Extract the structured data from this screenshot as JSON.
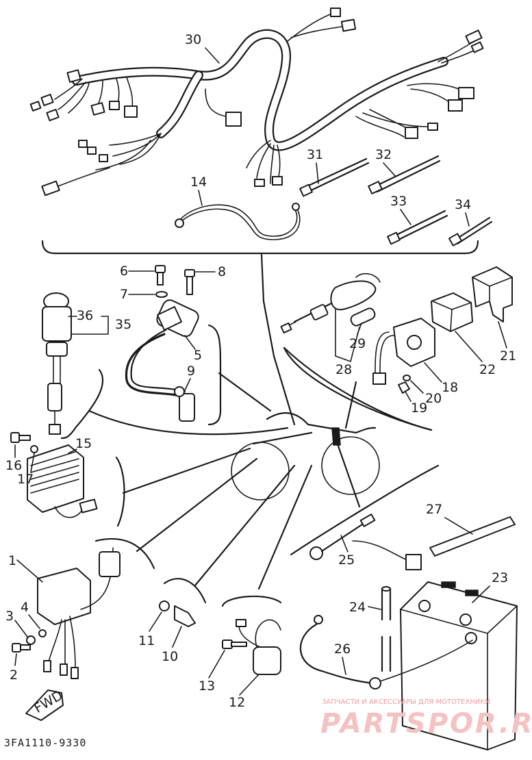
{
  "diagram": {
    "code": "3FA1110-9330",
    "fwd_label": "FWD",
    "callouts": {
      "c1": "1",
      "c2": "2",
      "c3": "3",
      "c4": "4",
      "c5": "5",
      "c6": "6",
      "c7": "7",
      "c8": "8",
      "c9": "9",
      "c10": "10",
      "c11": "11",
      "c12": "12",
      "c13": "13",
      "c14": "14",
      "c15": "15",
      "c16": "16",
      "c17": "17",
      "c18": "18",
      "c19": "19",
      "c20": "20",
      "c21": "21",
      "c22": "22",
      "c23": "23",
      "c24": "24",
      "c25": "25",
      "c26": "26",
      "c27": "27",
      "c28": "28",
      "c29": "29",
      "c30": "30",
      "c31": "31",
      "c32": "32",
      "c33": "33",
      "c34": "34",
      "c35": "35",
      "c36": "36"
    }
  },
  "watermark": {
    "caption": "ЗАПЧАСТИ И АКСЕССУАРЫ ДЛЯ МОТОТЕХНИКИ",
    "brand": "PARTSPOR.RU"
  }
}
